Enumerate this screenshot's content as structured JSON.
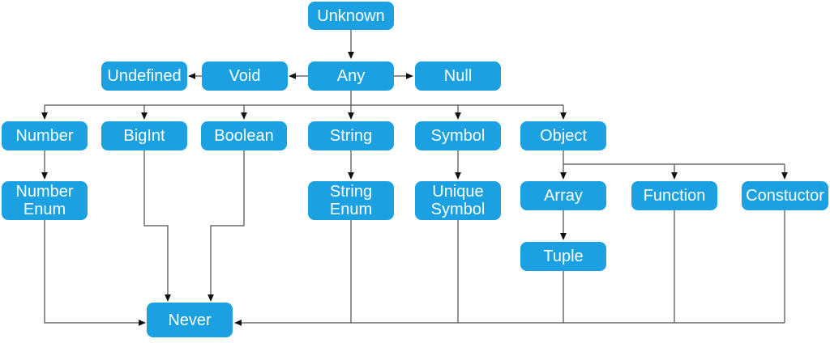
{
  "colors": {
    "node_fill": "#1ba1e2",
    "node_text": "#ffffff",
    "line": "#4d4d4d",
    "arrow": "#111111"
  },
  "nodes": {
    "unknown": "Unknown",
    "undefined": "Undefined",
    "void": "Void",
    "any": "Any",
    "null": "Null",
    "number": "Number",
    "bigint": "BigInt",
    "boolean": "Boolean",
    "string": "String",
    "symbol": "Symbol",
    "object": "Object",
    "number_enum": "Number Enum",
    "string_enum": "String Enum",
    "unique_symbol": "Unique Symbol",
    "array": "Array",
    "function": "Function",
    "constuctor": "Constuctor",
    "tuple": "Tuple",
    "never": "Never"
  },
  "edges": [
    {
      "from": "Unknown",
      "to": "Any"
    },
    {
      "from": "Any",
      "to": "Void"
    },
    {
      "from": "Void",
      "to": "Undefined"
    },
    {
      "from": "Any",
      "to": "Null"
    },
    {
      "from": "Any",
      "to": "Number"
    },
    {
      "from": "Any",
      "to": "BigInt"
    },
    {
      "from": "Any",
      "to": "Boolean"
    },
    {
      "from": "Any",
      "to": "String"
    },
    {
      "from": "Any",
      "to": "Symbol"
    },
    {
      "from": "Any",
      "to": "Object"
    },
    {
      "from": "Number",
      "to": "Number Enum"
    },
    {
      "from": "String",
      "to": "String Enum"
    },
    {
      "from": "Symbol",
      "to": "Unique Symbol"
    },
    {
      "from": "Object",
      "to": "Array"
    },
    {
      "from": "Object",
      "to": "Function"
    },
    {
      "from": "Object",
      "to": "Constuctor"
    },
    {
      "from": "Array",
      "to": "Tuple"
    },
    {
      "from": "Number Enum",
      "to": "Never"
    },
    {
      "from": "BigInt",
      "to": "Never"
    },
    {
      "from": "Boolean",
      "to": "Never"
    },
    {
      "from": "String Enum",
      "to": "Never"
    },
    {
      "from": "Unique Symbol",
      "to": "Never"
    },
    {
      "from": "Tuple",
      "to": "Never"
    },
    {
      "from": "Function",
      "to": "Never"
    },
    {
      "from": "Constuctor",
      "to": "Never"
    }
  ]
}
